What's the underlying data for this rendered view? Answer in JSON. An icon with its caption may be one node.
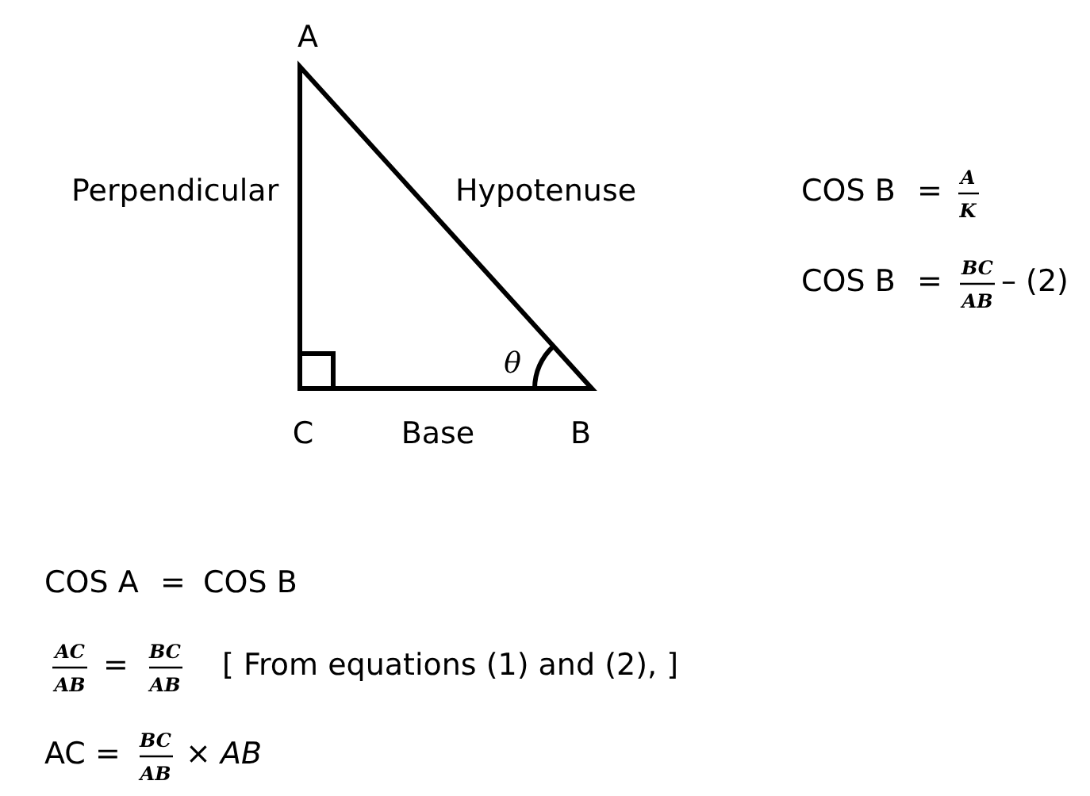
{
  "diagram": {
    "labels": [
      "A",
      "Perpendicular",
      "Hypotenuse",
      "θ",
      "C",
      "Base",
      "B",
      "COS B",
      "=",
      "A",
      "K",
      "COS B",
      "=",
      "BC",
      "AB",
      "– (2)",
      "COS A",
      "=",
      "COS B",
      "AC",
      "AB",
      "=",
      "BC",
      "AB",
      "[ From equations (1) and (2), ]",
      "AC =",
      "BC",
      "AB",
      "× *AB*"
    ]
  }
}
